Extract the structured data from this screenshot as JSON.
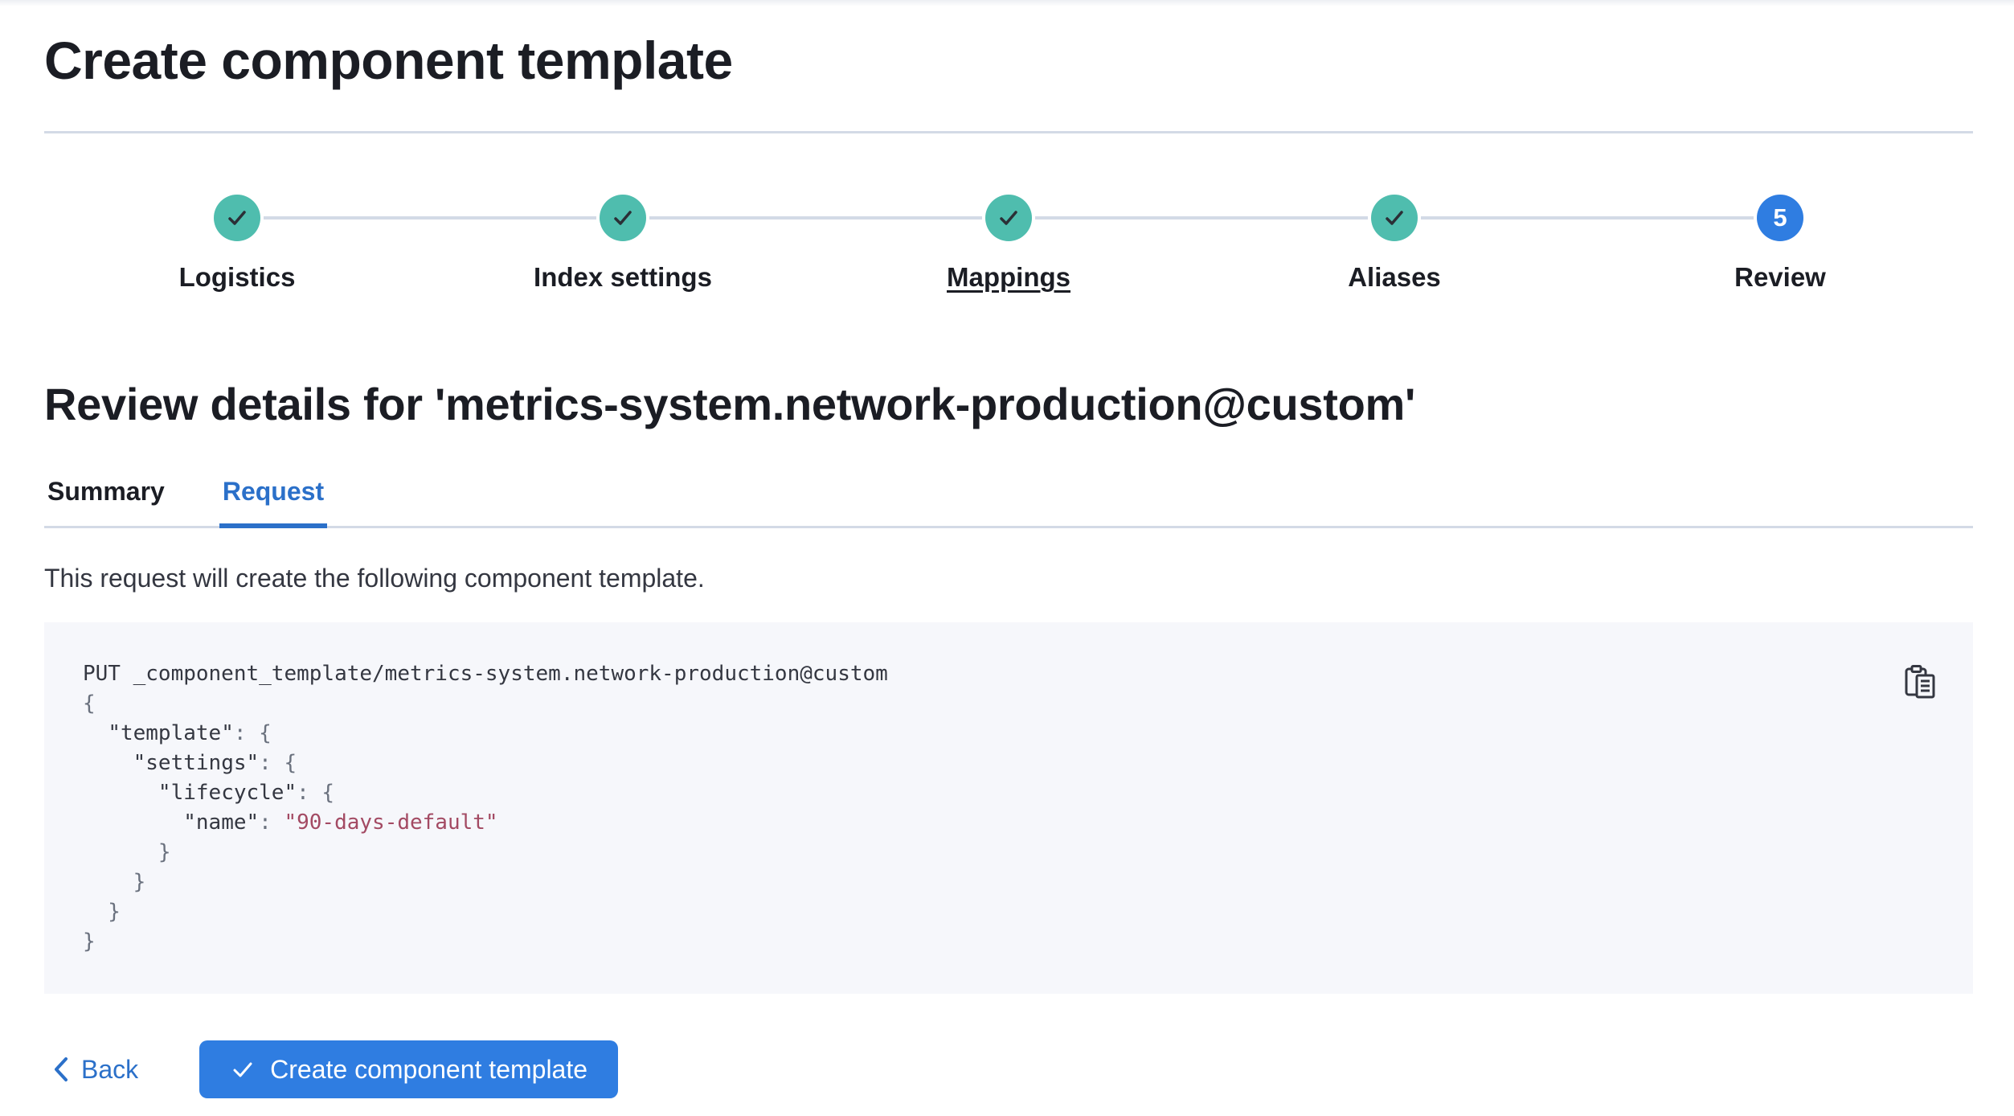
{
  "page": {
    "title": "Create component template"
  },
  "stepper": {
    "steps": [
      {
        "label": "Logistics",
        "status": "complete",
        "underlined": false
      },
      {
        "label": "Index settings",
        "status": "complete",
        "underlined": false
      },
      {
        "label": "Mappings",
        "status": "complete",
        "underlined": true
      },
      {
        "label": "Aliases",
        "status": "complete",
        "underlined": false
      },
      {
        "label": "Review",
        "status": "current",
        "underlined": false,
        "number": "5"
      }
    ]
  },
  "review": {
    "heading": "Review details for 'metrics-system.network-production@custom'",
    "tabs": [
      {
        "label": "Summary",
        "active": false
      },
      {
        "label": "Request",
        "active": true
      }
    ],
    "description": "This request will create the following component template."
  },
  "code_block": {
    "copy_icon": "copy-clipboard-icon",
    "lines": [
      [
        {
          "text": "PUT _component_template/metrics-system.network-production@custom",
          "type": "plain"
        }
      ],
      [
        {
          "text": "{",
          "type": "punct"
        }
      ],
      [
        {
          "text": "  ",
          "type": "plain"
        },
        {
          "text": "\"template\"",
          "type": "key"
        },
        {
          "text": ": {",
          "type": "punct"
        }
      ],
      [
        {
          "text": "    ",
          "type": "plain"
        },
        {
          "text": "\"settings\"",
          "type": "key"
        },
        {
          "text": ": {",
          "type": "punct"
        }
      ],
      [
        {
          "text": "      ",
          "type": "plain"
        },
        {
          "text": "\"lifecycle\"",
          "type": "key"
        },
        {
          "text": ": {",
          "type": "punct"
        }
      ],
      [
        {
          "text": "        ",
          "type": "plain"
        },
        {
          "text": "\"name\"",
          "type": "key"
        },
        {
          "text": ": ",
          "type": "punct"
        },
        {
          "text": "\"90-days-default\"",
          "type": "string"
        }
      ],
      [
        {
          "text": "      }",
          "type": "punct"
        }
      ],
      [
        {
          "text": "    }",
          "type": "punct"
        }
      ],
      [
        {
          "text": "  }",
          "type": "punct"
        }
      ],
      [
        {
          "text": "}",
          "type": "punct"
        }
      ]
    ]
  },
  "footer": {
    "back_label": "Back",
    "create_label": "Create component template"
  },
  "colors": {
    "primary_blue": "#2f7de1",
    "link_blue": "#2b70c9",
    "step_complete_teal": "#4fbdae",
    "divider": "#d3dae6",
    "code_background": "#f6f7fb",
    "code_string": "#a34a63",
    "code_punct": "#6a717e",
    "text_dark": "#1b1d24",
    "text_body": "#343741"
  }
}
